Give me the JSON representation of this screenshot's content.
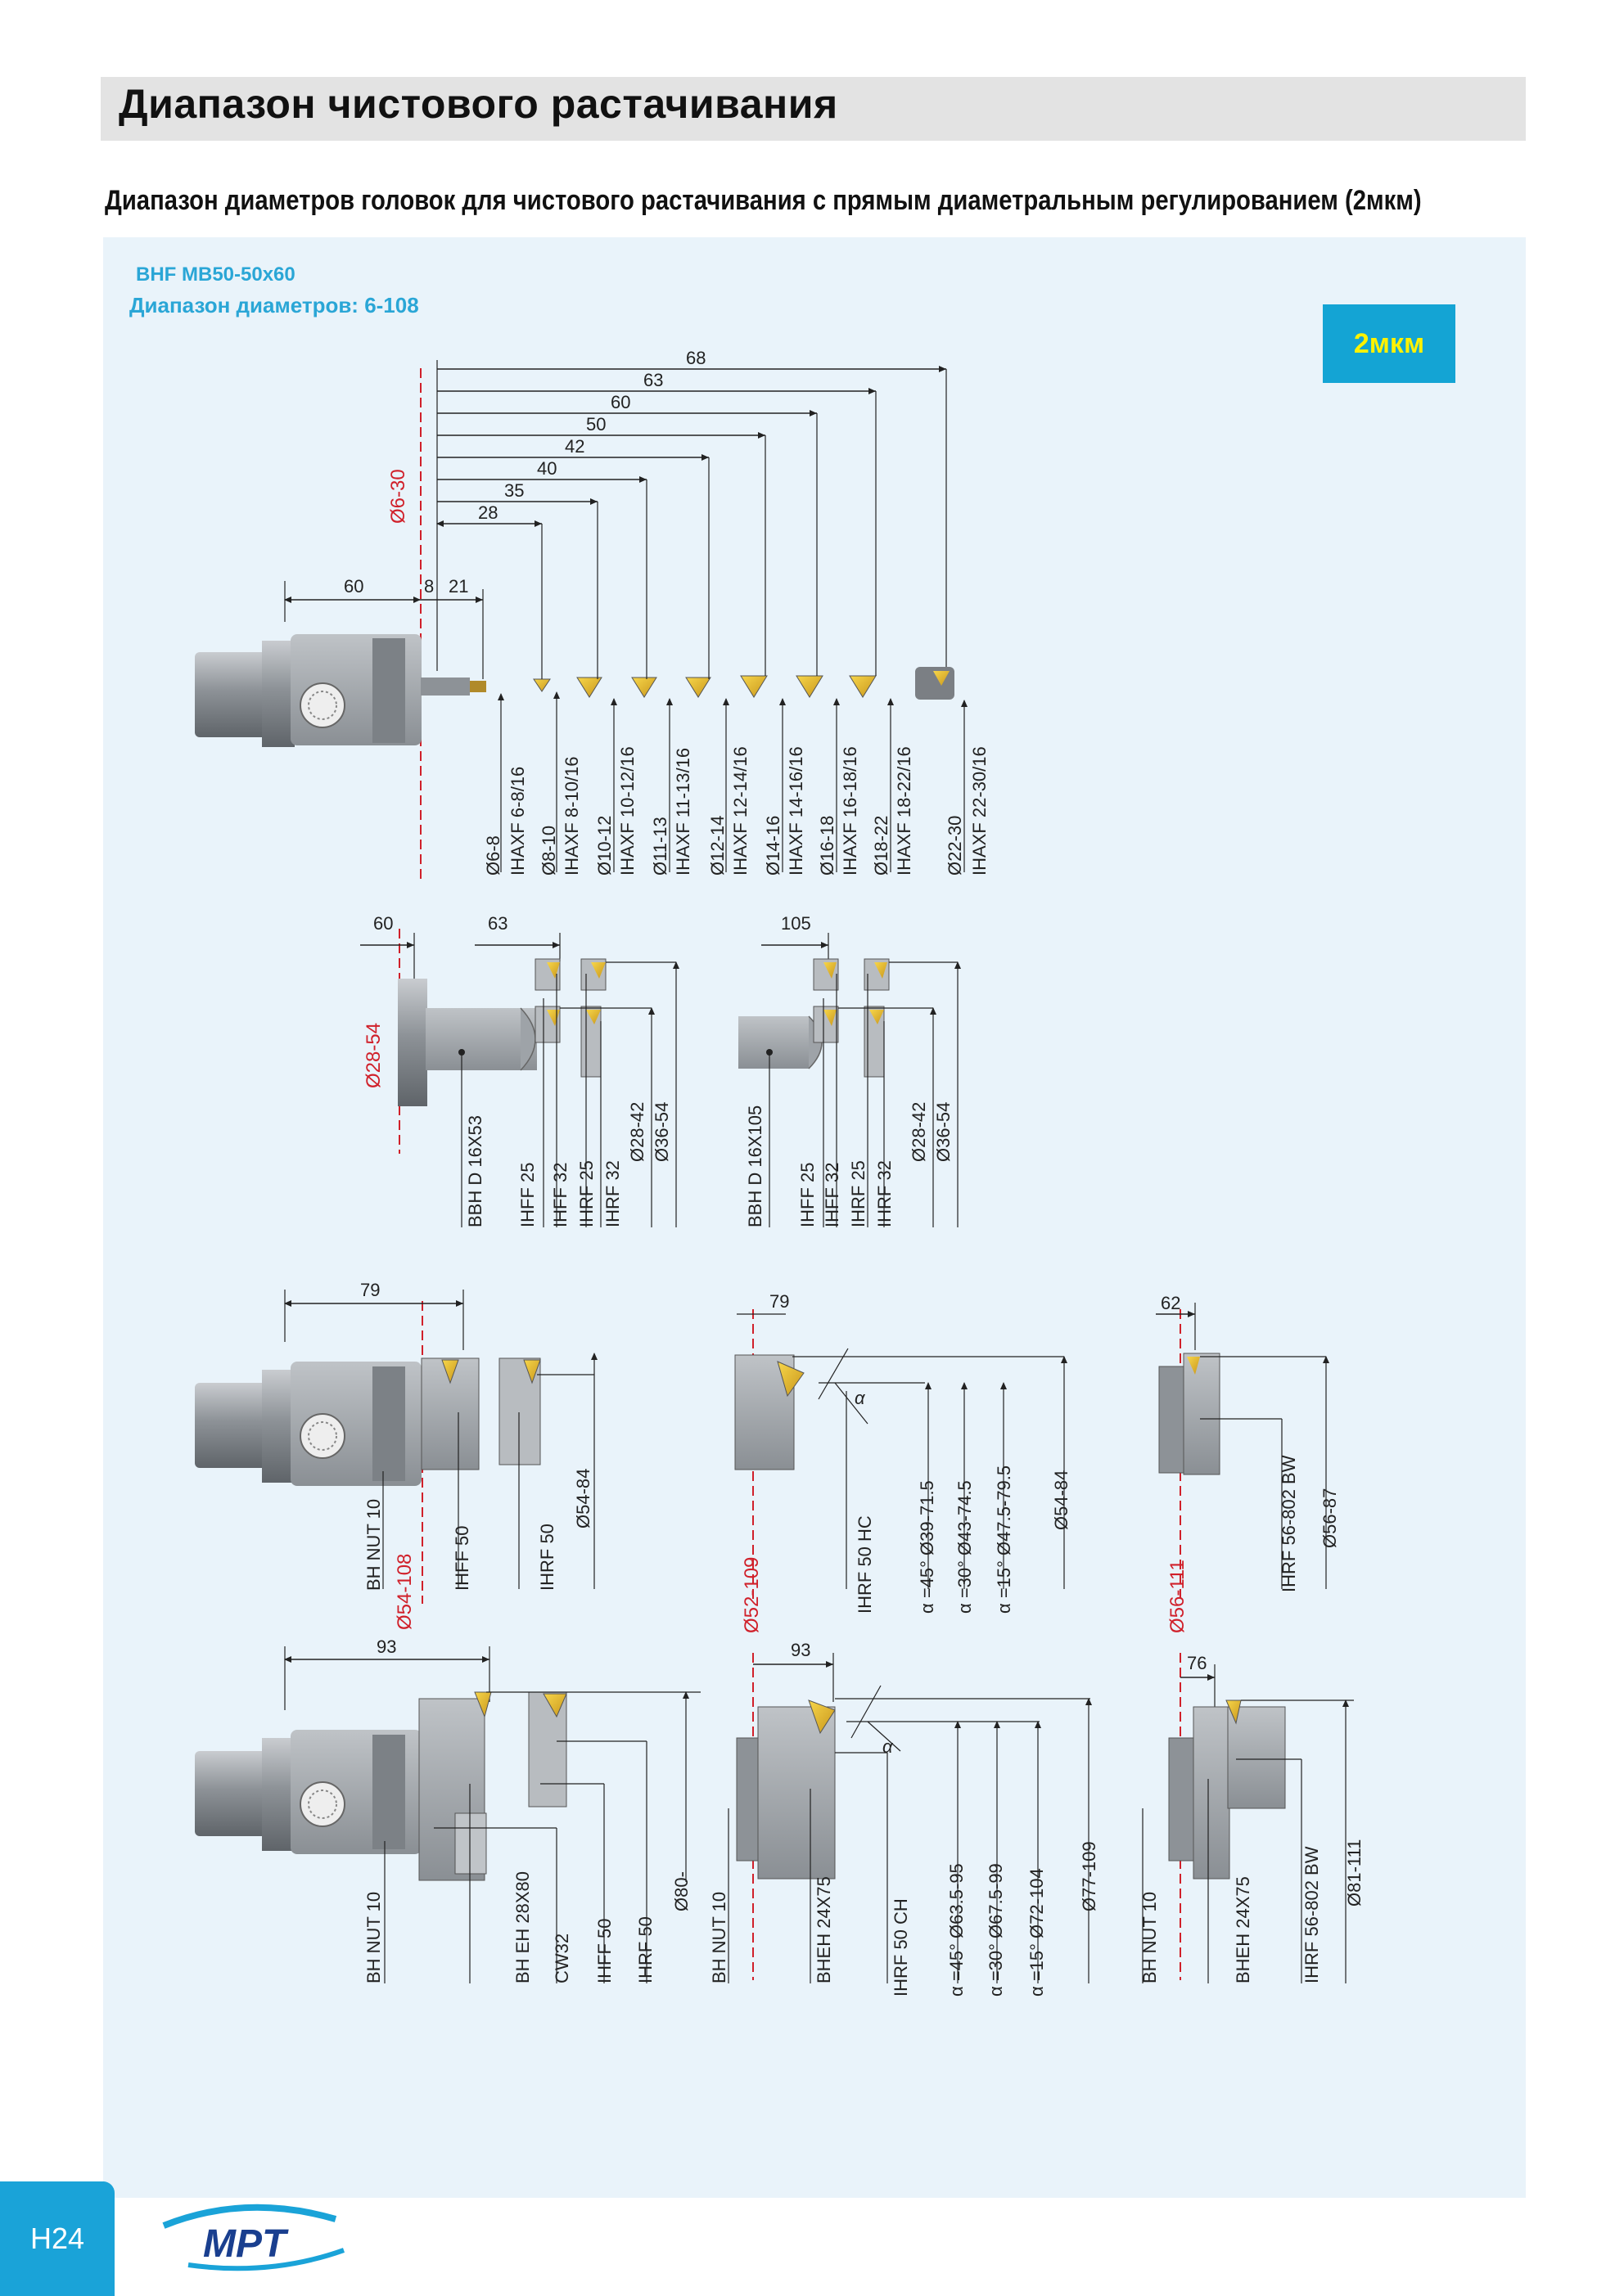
{
  "page": {
    "title": "Диапазон чистового растачивания",
    "subtitle": "Диапазон диаметров головок для чистового растачивания с прямым диаметральным регулированием (2мкм)",
    "set_name": "BHF MB50-50x60",
    "set_range": "Диапазон диаметров: 6-108",
    "badge": "2мкм",
    "page_number": "H24",
    "logo_text": "MPT"
  },
  "colors": {
    "accent": "#1aa3d8",
    "badge_text": "#fff200",
    "centerline": "#d0202a",
    "panel": "#e9f3fa"
  },
  "section1": {
    "range": "Ø6-30",
    "dims": [
      "60",
      "8",
      "21",
      "28",
      "35",
      "40",
      "42",
      "50",
      "60",
      "63",
      "68"
    ],
    "labels": [
      "Ø6-8",
      "IHAXF 6-8/16",
      "Ø8-10",
      "IHAXF 8-10/16",
      "Ø10-12",
      "IHAXF 10-12/16",
      "Ø11-13",
      "IHAXF 11-13/16",
      "Ø12-14",
      "IHAXF 12-14/16",
      "Ø14-16",
      "IHAXF 14-16/16",
      "Ø16-18",
      "IHAXF 16-18/16",
      "Ø18-22",
      "IHAXF 18-22/16",
      "Ø22-30",
      "IHAXF 22-30/16"
    ]
  },
  "section2": {
    "range": "Ø28-54",
    "dims": [
      "60",
      "63",
      "105"
    ],
    "labels_a": [
      "BBH D 16X53",
      "IHFF 25",
      "IHFF 32",
      "IHRF 25",
      "IHRF 32",
      "Ø28-42",
      "Ø36-54"
    ],
    "labels_b": [
      "BBH D 16X105",
      "IHFF 25",
      "IHFF 32",
      "IHRF 25",
      "IHRF 32",
      "Ø28-42",
      "Ø36-54"
    ]
  },
  "section3": {
    "a": {
      "dim": "79",
      "range": "Ø54-108",
      "labels": [
        "BH NUT 10",
        "IHFF 50",
        "IHRF 50",
        "Ø54-84"
      ]
    },
    "b": {
      "dim": "79",
      "range": "Ø52-109",
      "alpha": "α",
      "labels": [
        "IHRF 50 HC",
        "α =45° Ø39-71.5",
        "α =30° Ø43-74.5",
        "α =15° Ø47.5-79.5",
        "Ø54-84"
      ]
    },
    "c": {
      "dim": "62",
      "range": "Ø56-111",
      "labels": [
        "IHRF 56-802 BW",
        "Ø56-87"
      ]
    }
  },
  "section4": {
    "a": {
      "dim": "93",
      "labels": [
        "BH NUT 10",
        "BH EH 28X80",
        "CW32",
        "IHFF 50",
        "IHRF 50",
        "Ø80-"
      ]
    },
    "b": {
      "dim": "93",
      "alpha": "α",
      "labels": [
        "BH NUT 10",
        "BHEH 24X75",
        "IHRF 50 CH",
        "α =45° Ø63.5-95",
        "α =30° Ø67.5-99",
        "α =15° Ø72-104",
        "Ø77-109"
      ]
    },
    "c": {
      "dim": "76",
      "labels": [
        "BH NUT 10",
        "BHEH 24X75",
        "IHRF 56-802 BW",
        "Ø81-111"
      ]
    }
  }
}
